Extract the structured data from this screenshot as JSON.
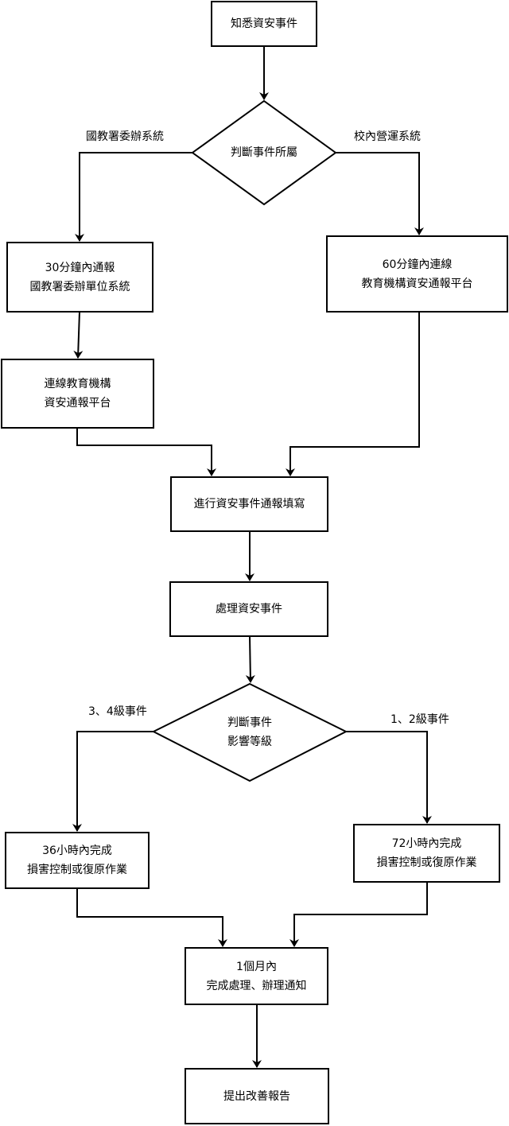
{
  "nodes": {
    "start": {
      "lines": [
        "知悉資安事件"
      ]
    },
    "decision_owner": {
      "lines": [
        "判斷事件所屬"
      ]
    },
    "report_30": {
      "lines": [
        "30分鐘內通報",
        "國教署委辦單位系統"
      ]
    },
    "report_60": {
      "lines": [
        "60分鐘內連線",
        "教育機構資安通報平台"
      ]
    },
    "connect_platform": {
      "lines": [
        "連線教育機構",
        "資安通報平台"
      ]
    },
    "fill_report": {
      "lines": [
        "進行資安事件通報填寫"
      ]
    },
    "handle_event": {
      "lines": [
        "處理資安事件"
      ]
    },
    "decision_level": {
      "lines": [
        "判斷事件",
        "影響等級"
      ]
    },
    "recover_36": {
      "lines": [
        "36小時內完成",
        "損害控制或復原作業"
      ]
    },
    "recover_72": {
      "lines": [
        "72小時內完成",
        "損害控制或復原作業"
      ]
    },
    "close_month": {
      "lines": [
        "1個月內",
        "完成處理、辦理通知"
      ]
    },
    "improve_report": {
      "lines": [
        "提出改善報告"
      ]
    }
  },
  "edge_labels": {
    "owner_left": "國教署委辦系統",
    "owner_right": "校內營運系統",
    "level_left": "3、4級事件",
    "level_right": "1、2級事件"
  }
}
